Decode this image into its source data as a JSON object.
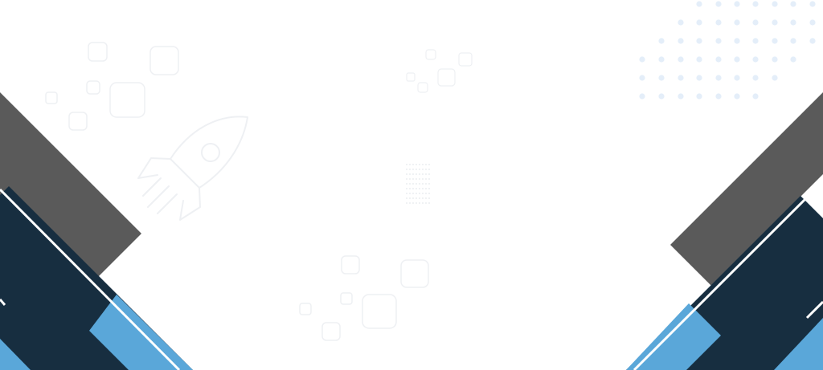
{
  "colors": {
    "background": "#ffffff",
    "dark_gray": "#5a5a5a",
    "navy": "#172e40",
    "sky_blue": "#5aa7d9",
    "white_line": "#ffffff",
    "dot_blue": "#e4eef9",
    "outline_gray": "#eef0f3"
  },
  "decorations": {
    "left_corner": "geometric-stripes",
    "right_corner": "geometric-stripes",
    "rocket": "rocket-outline-icon",
    "dot_grid": "dot-pattern",
    "rounded_squares": "rounded-square-outlines"
  }
}
